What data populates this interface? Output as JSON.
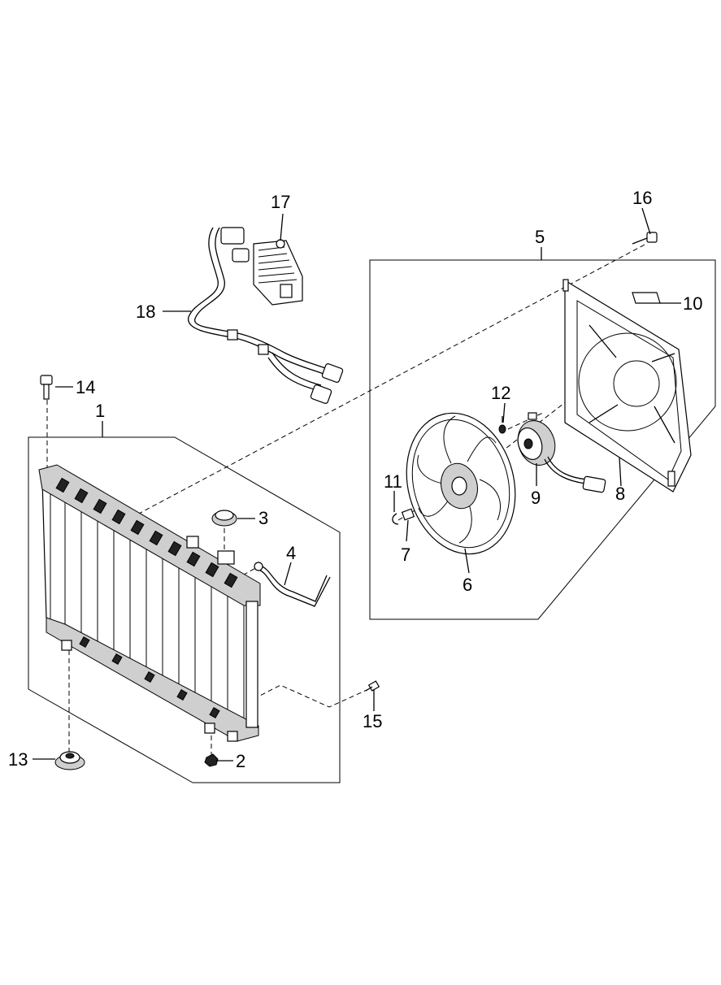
{
  "labels": [
    {
      "id": "1",
      "text": "1"
    },
    {
      "id": "2",
      "text": "2"
    },
    {
      "id": "3",
      "text": "3"
    },
    {
      "id": "4",
      "text": "4"
    },
    {
      "id": "5",
      "text": "5"
    },
    {
      "id": "6",
      "text": "6"
    },
    {
      "id": "7",
      "text": "7"
    },
    {
      "id": "8",
      "text": "8"
    },
    {
      "id": "9",
      "text": "9"
    },
    {
      "id": "10",
      "text": "10"
    },
    {
      "id": "11",
      "text": "11"
    },
    {
      "id": "12",
      "text": "12"
    },
    {
      "id": "13",
      "text": "13"
    },
    {
      "id": "14",
      "text": "14"
    },
    {
      "id": "15",
      "text": "15"
    },
    {
      "id": "16",
      "text": "16"
    },
    {
      "id": "17",
      "text": "17"
    },
    {
      "id": "18",
      "text": "18"
    }
  ]
}
